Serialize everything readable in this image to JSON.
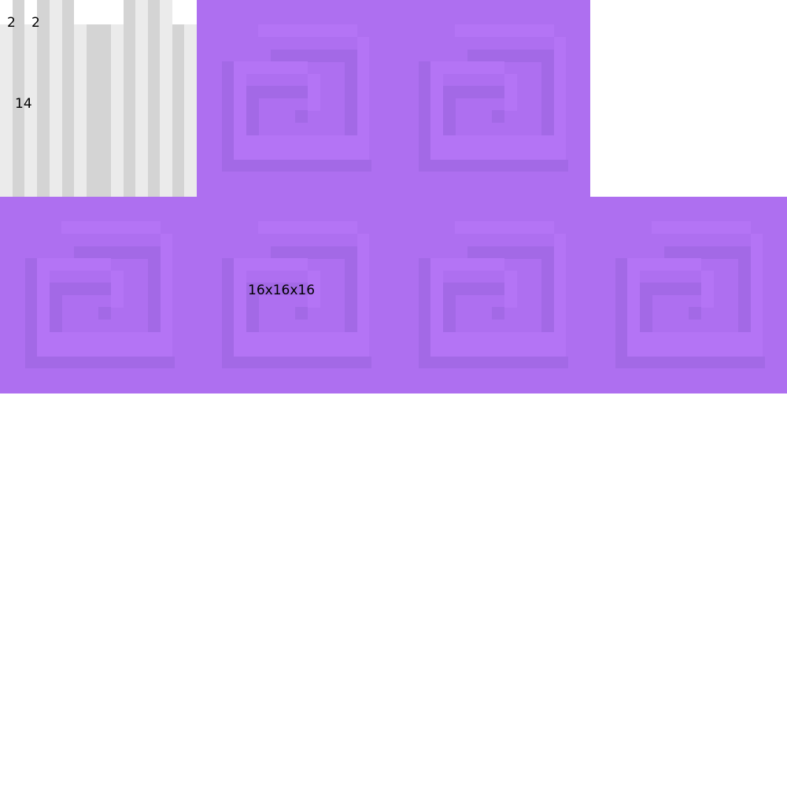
{
  "labels": {
    "top_a": "2",
    "top_b": "2",
    "side": "14",
    "size": "16x16x16"
  },
  "colors": {
    "face_base": "#ae6ff0",
    "face_dark": "#a369e6",
    "face_light": "#b474f5",
    "stripe_light": "#ebebeb",
    "stripe_dark": "#d4d4d4",
    "background": "#ffffff"
  }
}
